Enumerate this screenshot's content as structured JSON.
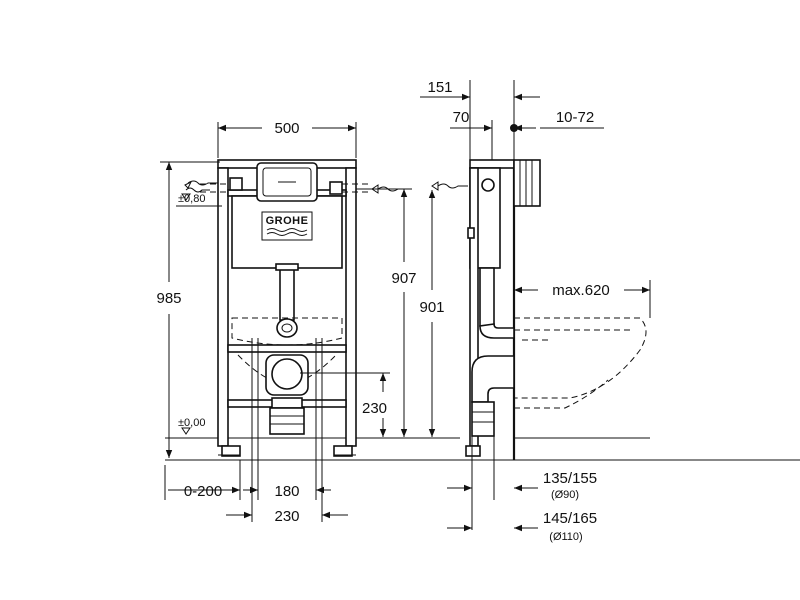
{
  "brand": "GROHE",
  "front_view": {
    "width": "500",
    "overall_height": "985",
    "level_top": "±0,80",
    "level_floor": "±0,00",
    "drain_height": "230",
    "flush_height": "907",
    "bottom_offset": "0-200",
    "bracket_spacing": "180",
    "drain_spacing": "230"
  },
  "side_view": {
    "depth_total": "151",
    "depth_partial": "70",
    "wall_range": "10-72",
    "frame_height": "901",
    "bowl_projection": "max.620",
    "outlet_a": "135/155",
    "outlet_a_dia": "(Ø90)",
    "outlet_b": "145/165",
    "outlet_b_dia": "(Ø110)"
  }
}
